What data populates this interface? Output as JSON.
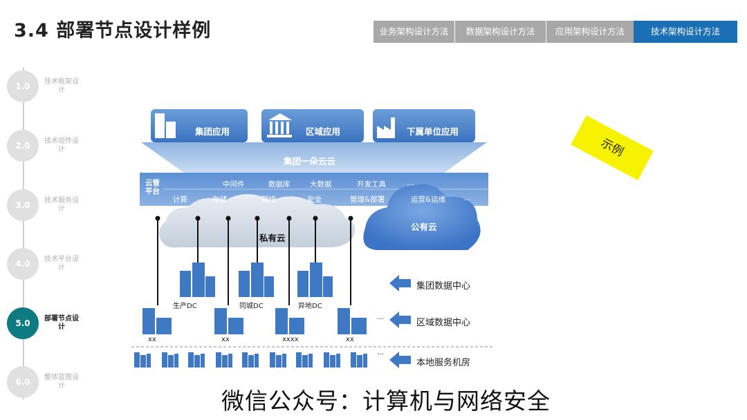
{
  "title": "3.4 部署节点设计样例",
  "tabs": [
    {
      "label": "业务架构设计方法",
      "active": false
    },
    {
      "label": "数据架构设计方法",
      "active": false
    },
    {
      "label": "应用架构设计方法",
      "active": false
    },
    {
      "label": "技术架构设计方法",
      "active": true
    }
  ],
  "timeline": [
    {
      "num": "1.0",
      "label": "技术框架设计",
      "active": false
    },
    {
      "num": "2.0",
      "label": "技术组件设计",
      "active": false
    },
    {
      "num": "3.0",
      "label": "技术服务设计",
      "active": false
    },
    {
      "num": "4.0",
      "label": "技术平台设计",
      "active": false
    },
    {
      "num": "5.0",
      "label": "部署节点设计",
      "active": true
    },
    {
      "num": "6.0",
      "label": "整体蓝图设计",
      "active": false
    }
  ],
  "apps": {
    "group": "集团应用",
    "region": "区域应用",
    "sub": "下属单位应用"
  },
  "cloud_funnel": "集团一朵云云",
  "platform": {
    "name": "云管平台",
    "row1": [
      "中间件",
      "数据库",
      "大数据",
      "开发工具",
      "…"
    ],
    "row2": [
      "计算",
      "存储",
      "网络",
      "安全",
      "管理&部署",
      "运营&运维",
      "…"
    ]
  },
  "private_cloud": "私有云",
  "public_cloud": "公有云",
  "dc_labels": [
    "生产DC",
    "同城DC",
    "异地DC"
  ],
  "regional_labels": [
    "xx",
    "xx",
    "xxxx",
    "xx"
  ],
  "ellipsis": "…",
  "arrows": [
    "集团数据中心",
    "区域数据中心",
    "本地服务机房"
  ],
  "stamp": "示例",
  "watermark": "微信公众号：计算机与网络安全",
  "colors": {
    "accent": "#1b6fb5",
    "active_step": "#0e7a82",
    "inactive_tab": "#a8a8a8",
    "building": "#3f78c3",
    "stamp": "#f7f200"
  }
}
